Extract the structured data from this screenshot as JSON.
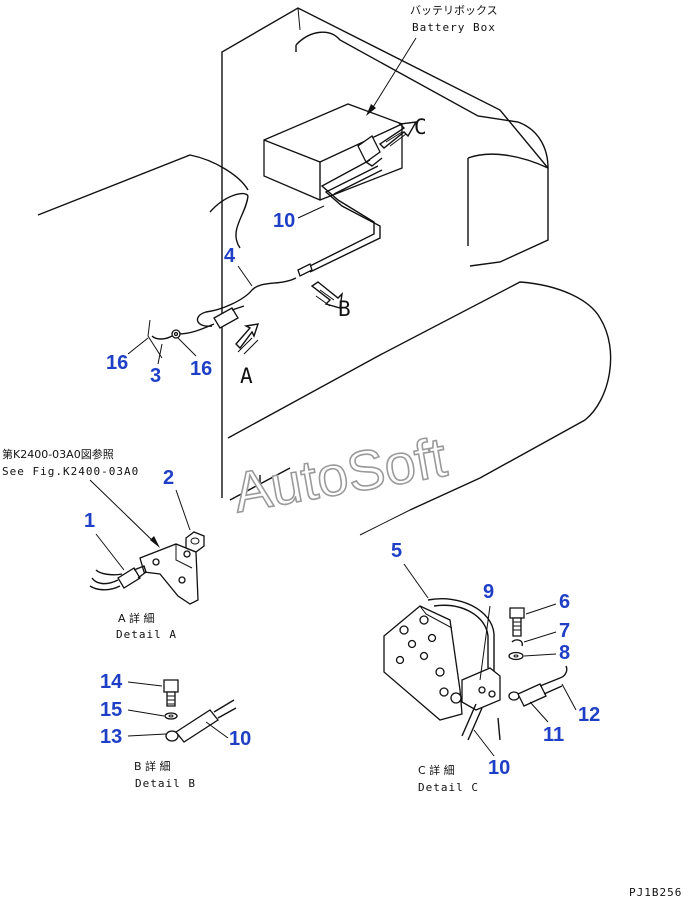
{
  "labels": {
    "battery_box_jp": "バッテリボックス",
    "battery_box_en": "Battery Box",
    "view_a": "A",
    "view_b": "B",
    "view_c": "C",
    "see_fig_jp": "第K2400-03A0図参照",
    "see_fig_en": "See Fig.K2400-03A0",
    "detail_a_jp": "A 詳 細",
    "detail_a_en": "Detail A",
    "detail_b_jp": "B 詳 細",
    "detail_b_en": "Detail B",
    "detail_c_jp": "C 詳 細",
    "detail_c_en": "Detail C",
    "drawing_code": "PJ1B256",
    "watermark": "AutoSoft"
  },
  "callouts": {
    "main_10": "10",
    "main_4": "4",
    "main_16_left": "16",
    "main_3": "3",
    "main_16_right": "16",
    "a_2": "2",
    "a_1": "1",
    "b_14": "14",
    "b_15": "15",
    "b_13": "13",
    "b_10": "10",
    "c_5": "5",
    "c_9": "9",
    "c_6": "6",
    "c_7": "7",
    "c_8": "8",
    "c_12": "12",
    "c_11": "11",
    "c_10": "10"
  },
  "colors": {
    "callout": "#1f3fc6",
    "line": "#111111",
    "watermark_outline": "#9a9a9a"
  }
}
